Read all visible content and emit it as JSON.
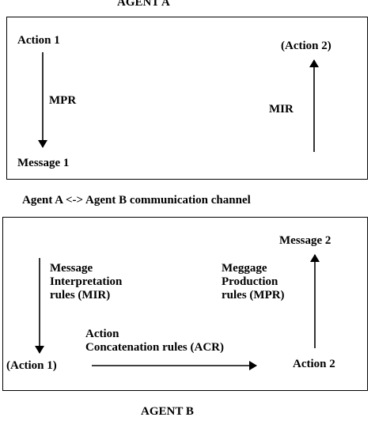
{
  "agent_a": {
    "title": "AGENT A",
    "action_1": "Action 1",
    "action_2": "(Action 2)",
    "mpr": "MPR",
    "mir": "MIR",
    "message_1": "Message 1"
  },
  "channel": {
    "label": "Agent A <-> Agent B communication channel"
  },
  "agent_b": {
    "title": "AGENT B",
    "message_2": "Message 2",
    "mir_lines": [
      "Message",
      "Interpretation",
      "rules (MIR)"
    ],
    "mpr_lines": [
      "Meggage",
      "Production",
      "rules (MPR)"
    ],
    "acr_lines": [
      "Action",
      "Concatenation rules (ACR)"
    ],
    "action_1": "(Action 1)",
    "action_2": "Action 2"
  }
}
